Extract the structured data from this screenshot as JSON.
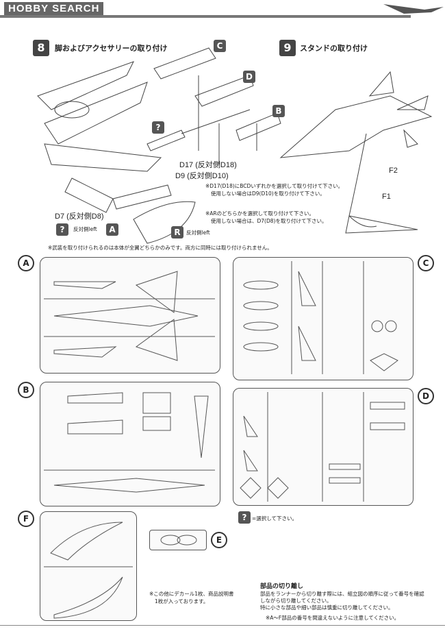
{
  "header": {
    "logo": "HOBBY SEARCH"
  },
  "step8": {
    "number": "8",
    "title": "脚およびアクセサリーの取り付け"
  },
  "step9": {
    "number": "9",
    "title": "スタンドの取り付け"
  },
  "callouts": {
    "c": "C",
    "d": "D",
    "b": "B",
    "q": "?",
    "a": "A",
    "r": "R"
  },
  "parts": {
    "d17": "D17 (反対側D18)",
    "d9": "D9 (反対側D10)",
    "d7": "D7 (反対側D8)",
    "left_a": "反対側left",
    "left_r": "反対側left",
    "f2": "F2",
    "f1": "F1"
  },
  "notes": {
    "select_bcd": "※D17(D18)にBCDいずれかを選択して取り付けて下さい。",
    "select_bcd_2": "使用しない場合はD9(D10)を取り付けて下さい。",
    "select_ar": "※ARのどちらかを選択して取り付けて下さい。",
    "select_ar_2": "使用しない場合は、D7(D8)を取り付けて下さい。",
    "weapon": "※武装を取り付けられるのは本体が全翼どちらかのみです。両方に同時には取り付けられません。",
    "select_legend": "=選択して下さい。",
    "decal": "※この他にデカール1枚、商品説明書",
    "decal_2": "1枚が入っております。",
    "cut_title": "部品の切り離し",
    "cut_1": "部品をランナーから切り離す際には、組立図の順序に従って番号を確認",
    "cut_2": "しながら切り離してください。",
    "cut_3": "特に小さな部品や細い部品は慎重に切り離してください。",
    "cut_4": "※A〜F部品の番号を間違えないように注意してください。"
  },
  "sprues": {
    "a": "A",
    "b": "B",
    "c": "C",
    "d": "D",
    "e": "E",
    "f": "F"
  }
}
